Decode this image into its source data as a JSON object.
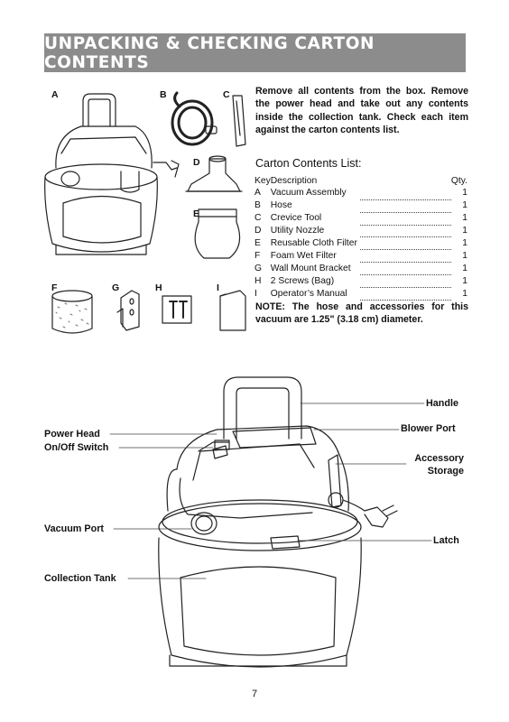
{
  "header": {
    "title": "UNPACKING & CHECKING CARTON CONTENTS"
  },
  "intro": "Remove all contents from the box. Remove the power head and take out any contents inside the collection tank. Check each item against the carton contents list.",
  "contents": {
    "title": "Carton Contents List:",
    "head": {
      "key": "Key",
      "description": "Description",
      "qty": "Qty."
    },
    "items": [
      {
        "key": "A",
        "description": "Vacuum Assembly",
        "qty": "1"
      },
      {
        "key": "B",
        "description": "Hose",
        "qty": "1"
      },
      {
        "key": "C",
        "description": "Crevice Tool",
        "qty": "1"
      },
      {
        "key": "D",
        "description": "Utility Nozzle",
        "qty": "1"
      },
      {
        "key": "E",
        "description": "Reusable Cloth Filter",
        "qty": "1"
      },
      {
        "key": "F",
        "description": "Foam Wet Filter",
        "qty": "1"
      },
      {
        "key": "G",
        "description": "Wall Mount Bracket",
        "qty": "1"
      },
      {
        "key": "H",
        "description": "2 Screws (Bag)",
        "qty": "1"
      },
      {
        "key": "I",
        "description": "Operator’s Manual",
        "qty": "1"
      }
    ]
  },
  "note": "NOTE: The hose and accessories for this vacuum are 1.25\" (3.18 cm) diameter.",
  "item_letters": {
    "a": "A",
    "b": "B",
    "c": "C",
    "d": "D",
    "e": "E",
    "f": "F",
    "g": "G",
    "h": "H",
    "i": "I"
  },
  "callouts": {
    "handle": "Handle",
    "blower_port": "Blower Port",
    "power_head": "Power Head",
    "on_off": "On/Off Switch",
    "accessory_storage_1": "Accessory",
    "accessory_storage_2": "Storage",
    "vacuum_port": "Vacuum Port",
    "latch": "Latch",
    "collection_tank": "Collection Tank"
  },
  "page_number": "7"
}
